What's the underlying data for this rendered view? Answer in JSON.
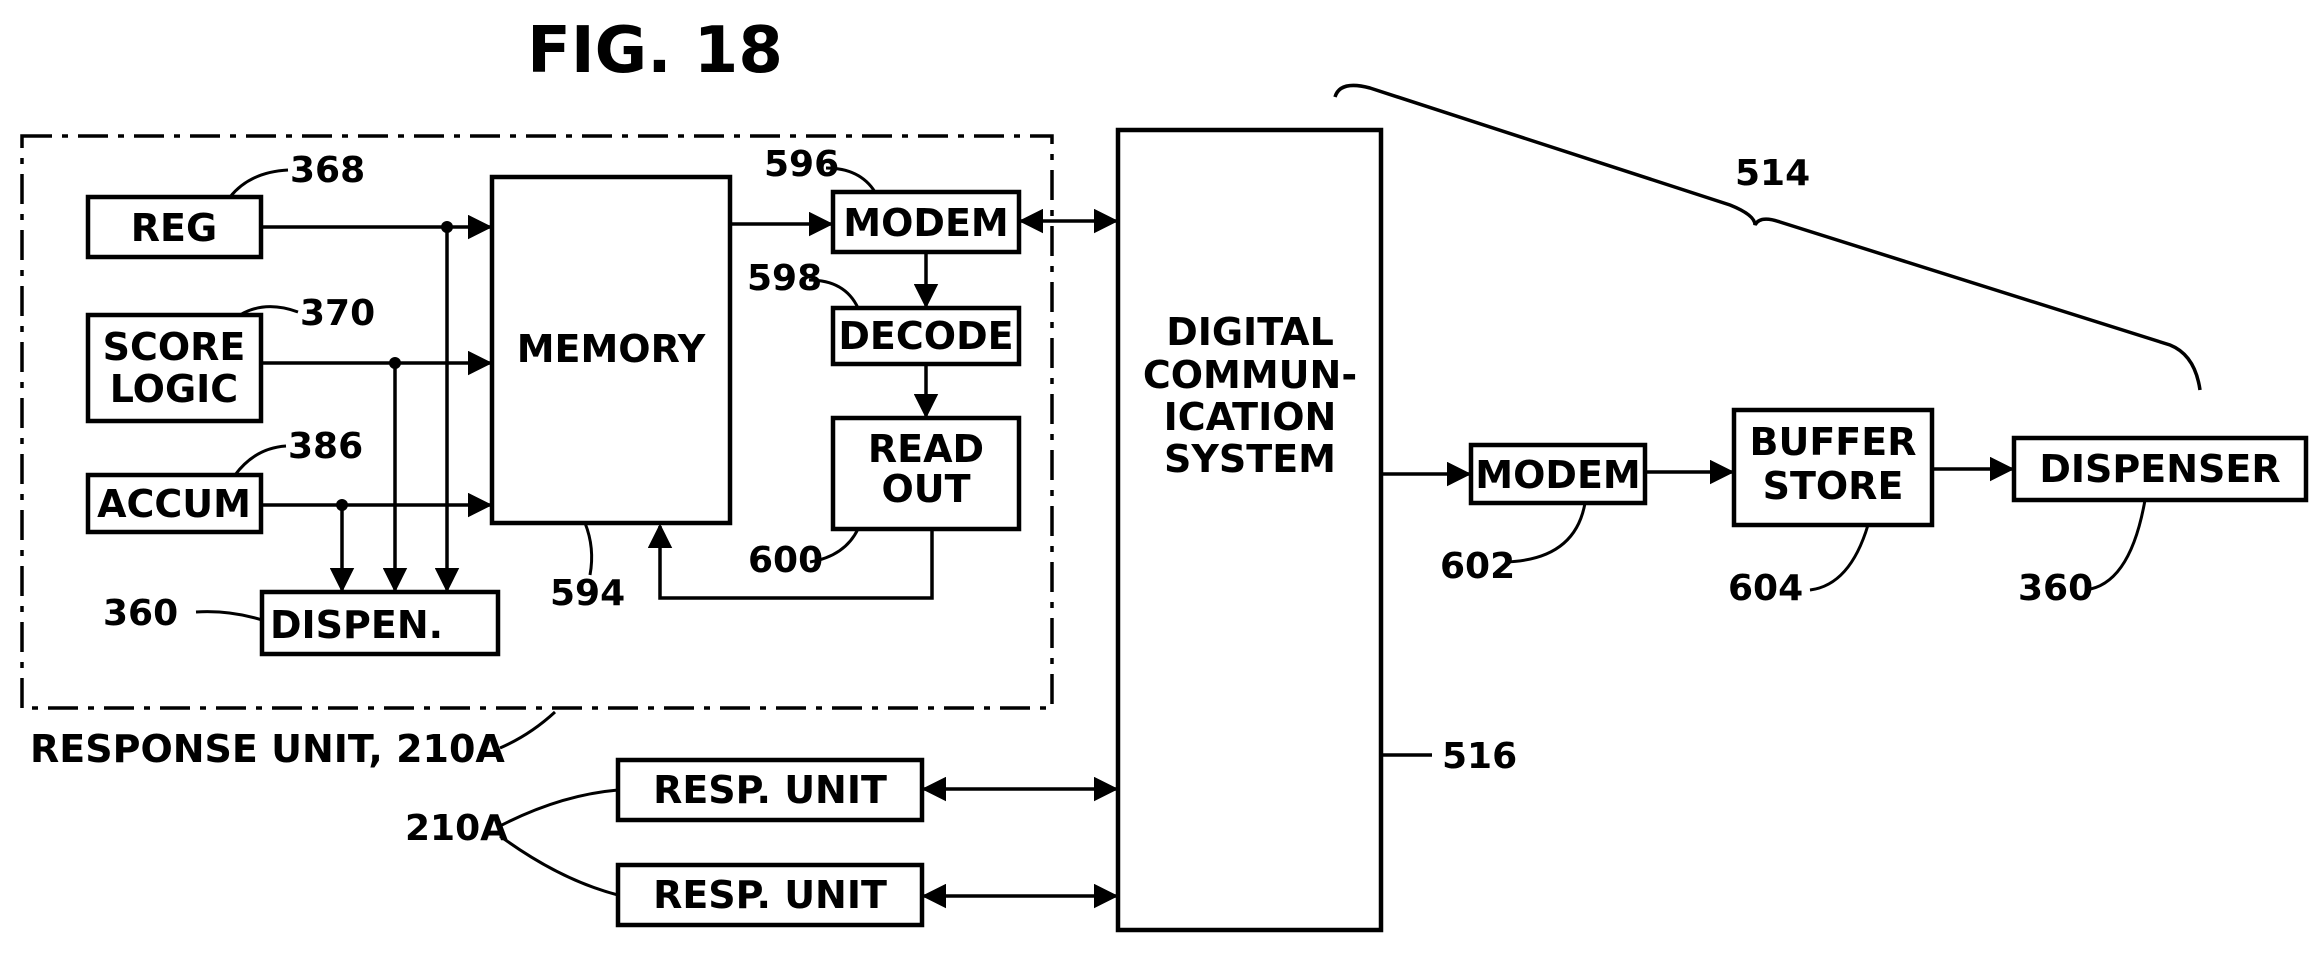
{
  "title": "FIG. 18",
  "response_unit_label": "RESPONSE UNIT, 210A",
  "blocks": {
    "reg": "REG",
    "score_logic": [
      "SCORE",
      "LOGIC"
    ],
    "accum": "ACCUM",
    "dispen": "DISPEN.",
    "memory": "MEMORY",
    "modem_local": "MODEM",
    "decode": "DECODE",
    "readout": [
      "READ",
      "OUT"
    ],
    "digital_comm": [
      "DIGITAL",
      "COMMUN-",
      "ICATION",
      "SYSTEM"
    ],
    "modem_remote": "MODEM",
    "buffer_store": [
      "BUFFER",
      "STORE"
    ],
    "dispenser": "DISPENSER",
    "resp_unit_1": "RESP. UNIT",
    "resp_unit_2": "RESP. UNIT"
  },
  "refs": {
    "reg": "368",
    "score_logic": "370",
    "accum": "386",
    "dispen": "360",
    "memory": "594",
    "modem_local": "596",
    "decode": "598",
    "readout": "600",
    "group": "514",
    "digital_comm": "516",
    "modem_remote": "602",
    "buffer_store": "604",
    "dispenser": "360",
    "resp_units": "210A"
  }
}
